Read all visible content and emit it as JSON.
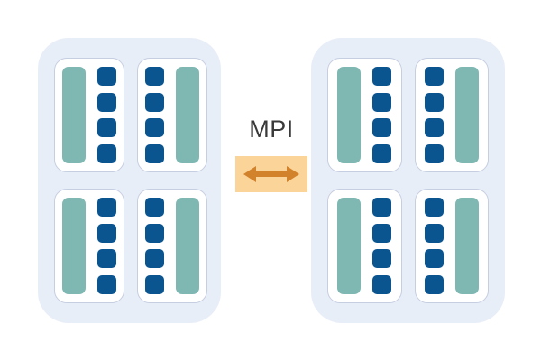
{
  "diagram": {
    "title": "MPI distributed-memory node diagram",
    "link": {
      "label": "MPI",
      "arrow_icon": "double-headed-horizontal-arrow-icon",
      "box_color": "#fbd49a",
      "arrow_color": "#d2822a",
      "label_color": "#3a3a3a"
    },
    "colors": {
      "panel_background": "#e8eef8",
      "card_background": "#ffffff",
      "card_border": "#c6cee1",
      "memory_bar": "#7fb8b2",
      "core_square": "#0a5490",
      "page_background": "#ffffff"
    },
    "nodes": [
      {
        "name": "node-left",
        "sockets": [
          {
            "name": "socket-top-left",
            "memory_side": "left",
            "core_count": 4
          },
          {
            "name": "socket-top-right",
            "memory_side": "right",
            "core_count": 4
          },
          {
            "name": "socket-bottom-left",
            "memory_side": "left",
            "core_count": 4
          },
          {
            "name": "socket-bottom-right",
            "memory_side": "right",
            "core_count": 4
          }
        ]
      },
      {
        "name": "node-right",
        "sockets": [
          {
            "name": "socket-top-left",
            "memory_side": "left",
            "core_count": 4
          },
          {
            "name": "socket-top-right",
            "memory_side": "right",
            "core_count": 4
          },
          {
            "name": "socket-bottom-left",
            "memory_side": "left",
            "core_count": 4
          },
          {
            "name": "socket-bottom-right",
            "memory_side": "right",
            "core_count": 4
          }
        ]
      }
    ]
  }
}
